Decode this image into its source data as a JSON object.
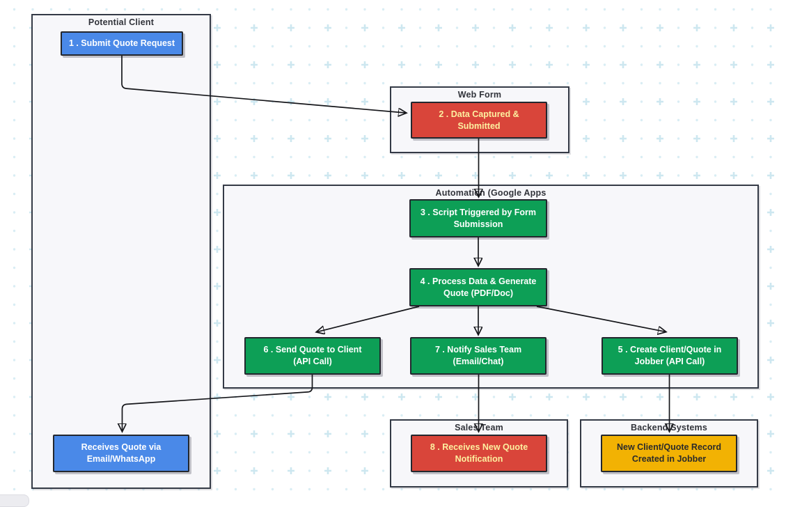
{
  "diagram": {
    "type": "flowchart",
    "background_pattern": {
      "shape": "plus-and-dot-grid",
      "color": "#cde7f0"
    },
    "palette": {
      "client_blue": "#4a89e8",
      "form_red": "#d9453a",
      "automation_green": "#0d9f56",
      "backend_yellow": "#f2b203",
      "red_text": "#fdf0a0",
      "container_fill": "#f7f7fa",
      "container_border": "#343a46",
      "edge_color": "#15161a"
    },
    "containers": [
      {
        "id": "potential-client",
        "label": "Potential Client"
      },
      {
        "id": "web-form",
        "label": "Web Form"
      },
      {
        "id": "automation",
        "label": "Automation (Google Apps"
      },
      {
        "id": "sales-team",
        "label": "Sales Team"
      },
      {
        "id": "backend-systems",
        "label": "Backend Systems"
      }
    ],
    "nodes": [
      {
        "id": "1",
        "label": "1 . Submit Quote Request",
        "color": "#4a89e8",
        "container": "potential-client"
      },
      {
        "id": "2",
        "label": "2 . Data Captured &\nSubmitted",
        "color": "#d9453a",
        "container": "web-form"
      },
      {
        "id": "3",
        "label": "3 . Script Triggered by Form\nSubmission",
        "color": "#0d9f56",
        "container": "automation"
      },
      {
        "id": "4",
        "label": "4 . Process Data & Generate\nQuote (PDF/Doc)",
        "color": "#0d9f56",
        "container": "automation"
      },
      {
        "id": "6",
        "label": "6 . Send Quote to Client\n(API Call)",
        "color": "#0d9f56",
        "container": "automation"
      },
      {
        "id": "7",
        "label": "7 . Notify Sales Team\n(Email/Chat)",
        "color": "#0d9f56",
        "container": "automation"
      },
      {
        "id": "5",
        "label": "5 . Create Client/Quote in\nJobber (API Call)",
        "color": "#0d9f56",
        "container": "automation"
      },
      {
        "id": "8",
        "label": "8 . Receives New Quote\nNotification",
        "color": "#d9453a",
        "container": "sales-team"
      },
      {
        "id": "jobber-record",
        "label": "New Client/Quote Record\nCreated in Jobber",
        "color": "#f2b203",
        "container": "backend-systems"
      },
      {
        "id": "receives-quote",
        "label": "Receives Quote via\nEmail/WhatsApp",
        "color": "#4a89e8",
        "container": "potential-client"
      }
    ],
    "edges": [
      {
        "from": "1",
        "to": "2"
      },
      {
        "from": "2",
        "to": "3"
      },
      {
        "from": "3",
        "to": "4"
      },
      {
        "from": "4",
        "to": "6"
      },
      {
        "from": "4",
        "to": "7"
      },
      {
        "from": "4",
        "to": "5"
      },
      {
        "from": "6",
        "to": "receives-quote"
      },
      {
        "from": "7",
        "to": "8"
      },
      {
        "from": "5",
        "to": "jobber-record"
      }
    ]
  }
}
